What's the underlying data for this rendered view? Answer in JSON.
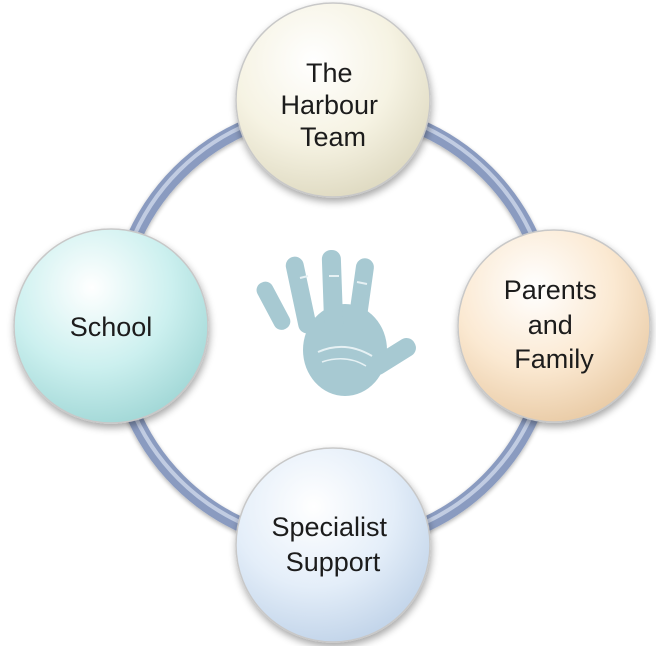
{
  "nodes": [
    {
      "id": "harbour-team",
      "lines": [
        "The",
        "Harbour",
        "Team"
      ],
      "color": "#f6f3e3"
    },
    {
      "id": "parents-family",
      "lines": [
        "Parents",
        "and",
        "Family"
      ],
      "color": "#fbe9d2"
    },
    {
      "id": "specialist-support",
      "lines": [
        "Specialist",
        "Support"
      ],
      "color": "#e4eef9"
    },
    {
      "id": "school",
      "lines": [
        "School"
      ],
      "color": "#ccf0ef"
    }
  ],
  "colors": {
    "ring": "#8a9bc0",
    "ring_highlight": "#c7d1e6",
    "hand": "#a7c9d2",
    "node_border": "#c8c8c8"
  },
  "center_icon": "handprint-icon"
}
